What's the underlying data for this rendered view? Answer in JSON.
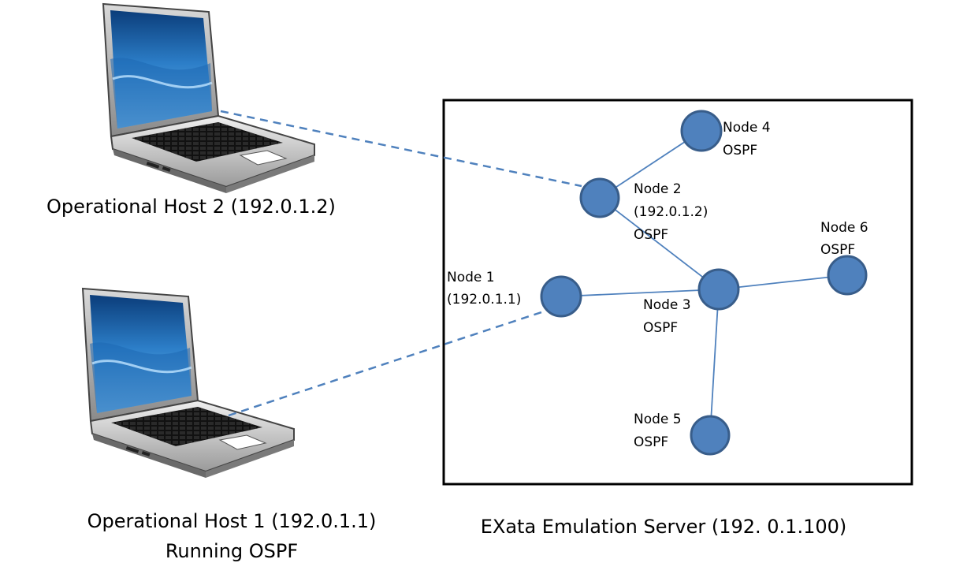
{
  "hosts": {
    "host2": {
      "label": "Operational  Host  2 (192.0.1.2)"
    },
    "host1": {
      "label": "Operational  Host  1 (192.0.1.1)",
      "sub_label": "Running OSPF"
    }
  },
  "server": {
    "label": "EXata Emulation Server (192. 0.1.100)"
  },
  "nodes": [
    {
      "id": "node-1",
      "lines": [
        "Node 1",
        "(192.0.1.1)"
      ]
    },
    {
      "id": "node-2",
      "lines": [
        "Node 2",
        "(192.0.1.2)",
        "OSPF"
      ]
    },
    {
      "id": "node-3",
      "lines": [
        "Node 3",
        "OSPF"
      ]
    },
    {
      "id": "node-4",
      "lines": [
        "Node 4",
        "OSPF"
      ]
    },
    {
      "id": "node-5",
      "lines": [
        "Node 5",
        "OSPF"
      ]
    },
    {
      "id": "node-6",
      "lines": [
        "Node 6",
        "OSPF"
      ]
    }
  ],
  "colors": {
    "node_fill": "#4f81bd",
    "node_stroke": "#385d8a",
    "link": "#4f81bd"
  },
  "icons": [
    "laptop-icon"
  ]
}
